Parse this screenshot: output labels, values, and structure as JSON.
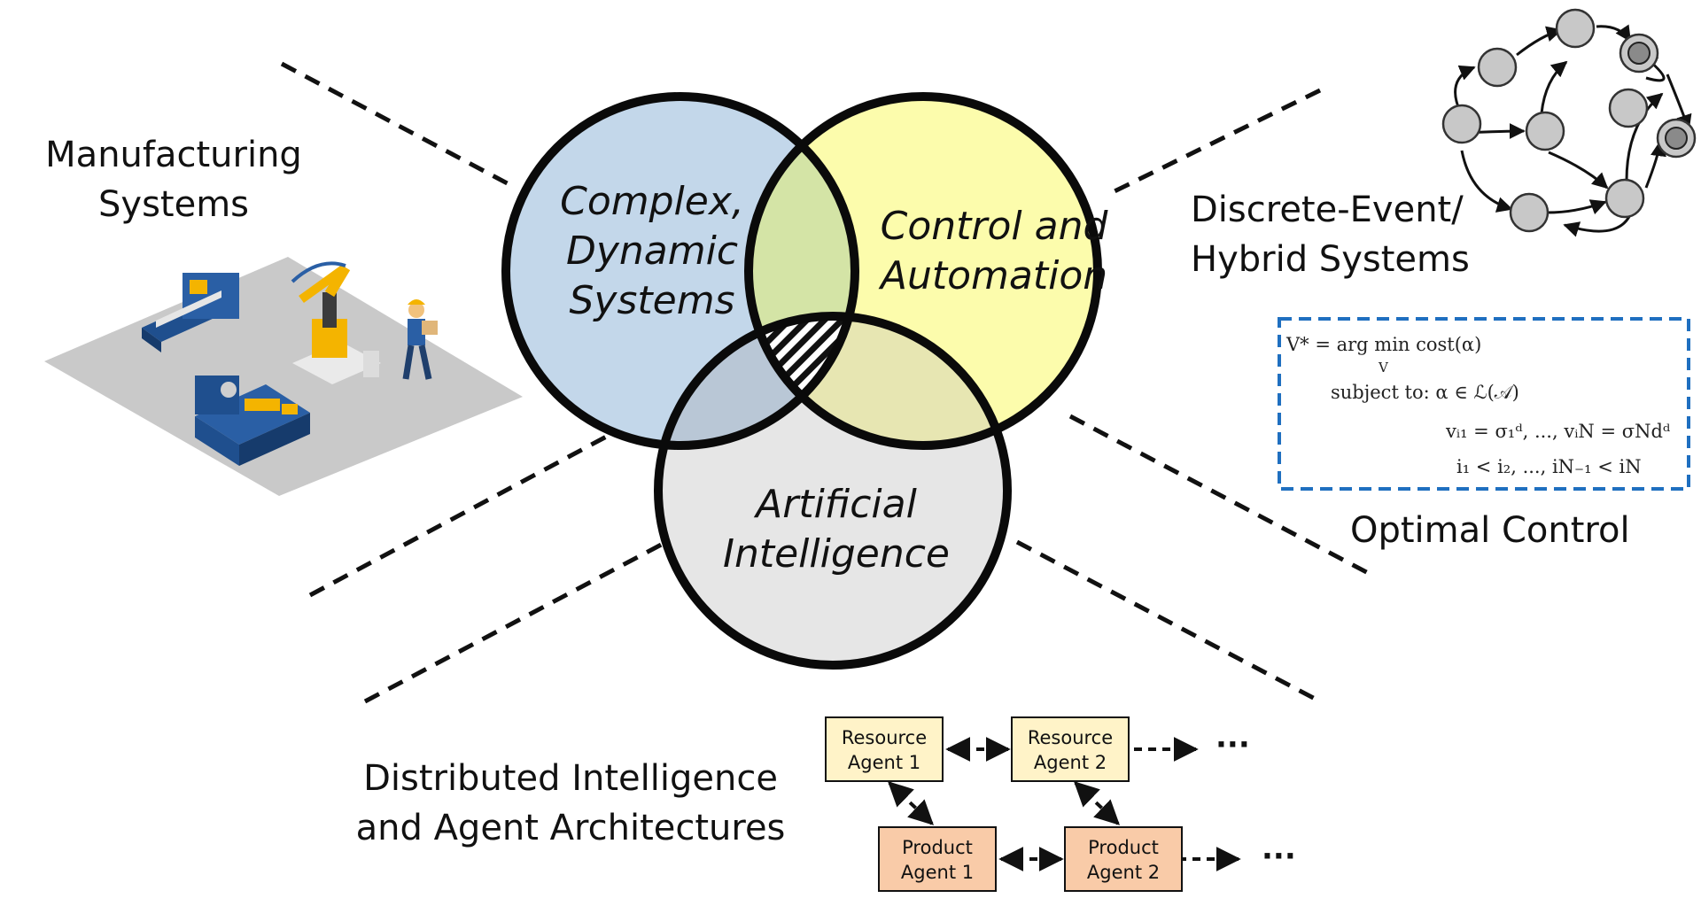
{
  "labels": {
    "manufacturing_l1": "Manufacturing",
    "manufacturing_l2": "Systems",
    "discrete_l1": "Discrete-Event/",
    "discrete_l2": "Hybrid Systems",
    "optimal": "Optimal Control",
    "distributed_l1": "Distributed Intelligence",
    "distributed_l2": "and Agent Architectures"
  },
  "venn": {
    "complex_l1": "Complex,",
    "complex_l2": "Dynamic",
    "complex_l3": "Systems",
    "control_l1": "Control and",
    "control_l2": "Automation",
    "ai_l1": "Artificial",
    "ai_l2": "Intelligence"
  },
  "formula": {
    "line1": "V* = arg min  cost(α)",
    "line1_sub": "V",
    "line2": "subject to:   α  ∈ ℒ(𝒜)",
    "line3": "vᵢ₁ = σ₁ᵈ, ..., vᵢN = σNdᵈ",
    "line4": "i₁ < i₂, ..., iN₋₁ < iN"
  },
  "agents": {
    "r1_l1": "Resource",
    "r1_l2": "Agent 1",
    "r2_l1": "Resource",
    "r2_l2": "Agent 2",
    "p1_l1": "Product",
    "p1_l2": "Agent 1",
    "p2_l1": "Product",
    "p2_l2": "Agent 2",
    "ellipsis": "···"
  },
  "colors": {
    "complex": "#c3d7ea",
    "control": "#fcfcac",
    "ai": "#e6e6e6",
    "resource_box": "#fff3c8",
    "product_box": "#f9cba8",
    "dashed_box": "#1f6fc0"
  }
}
